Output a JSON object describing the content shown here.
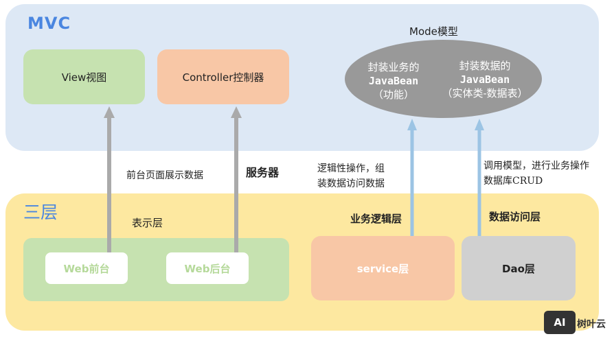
{
  "mvc": {
    "title": "MVC",
    "view": "View视图",
    "controller": "Controller控制器",
    "model_label": "Mode模型",
    "model_left": {
      "line1": "封装业务的",
      "line2": "JavaBean",
      "line3": "（功能）"
    },
    "model_right": {
      "line1": "封装数据的",
      "line2": "JavaBean",
      "line3": "（实体类-数据表）"
    }
  },
  "notes": {
    "frontend_display": "前台页面展示数据",
    "server": "服务器",
    "logic_line1": "逻辑性操作，组",
    "logic_line2": "装数据访问数据",
    "call_line1": "调用模型，进行业务操作",
    "call_line2": "数据库CRUD"
  },
  "three_layer": {
    "title": "三层",
    "presentation_label": "表示层",
    "business_label": "业务逻辑层",
    "data_label": "数据访问层",
    "web_front": "Web前台",
    "web_back": "Web后台",
    "service": "service层",
    "dao": "Dao层"
  },
  "brand": {
    "logo": "AI",
    "name": "树叶云"
  },
  "colors": {
    "gray_arrow": "#aaaaaa",
    "blue_arrow": "#9cc4e4"
  }
}
